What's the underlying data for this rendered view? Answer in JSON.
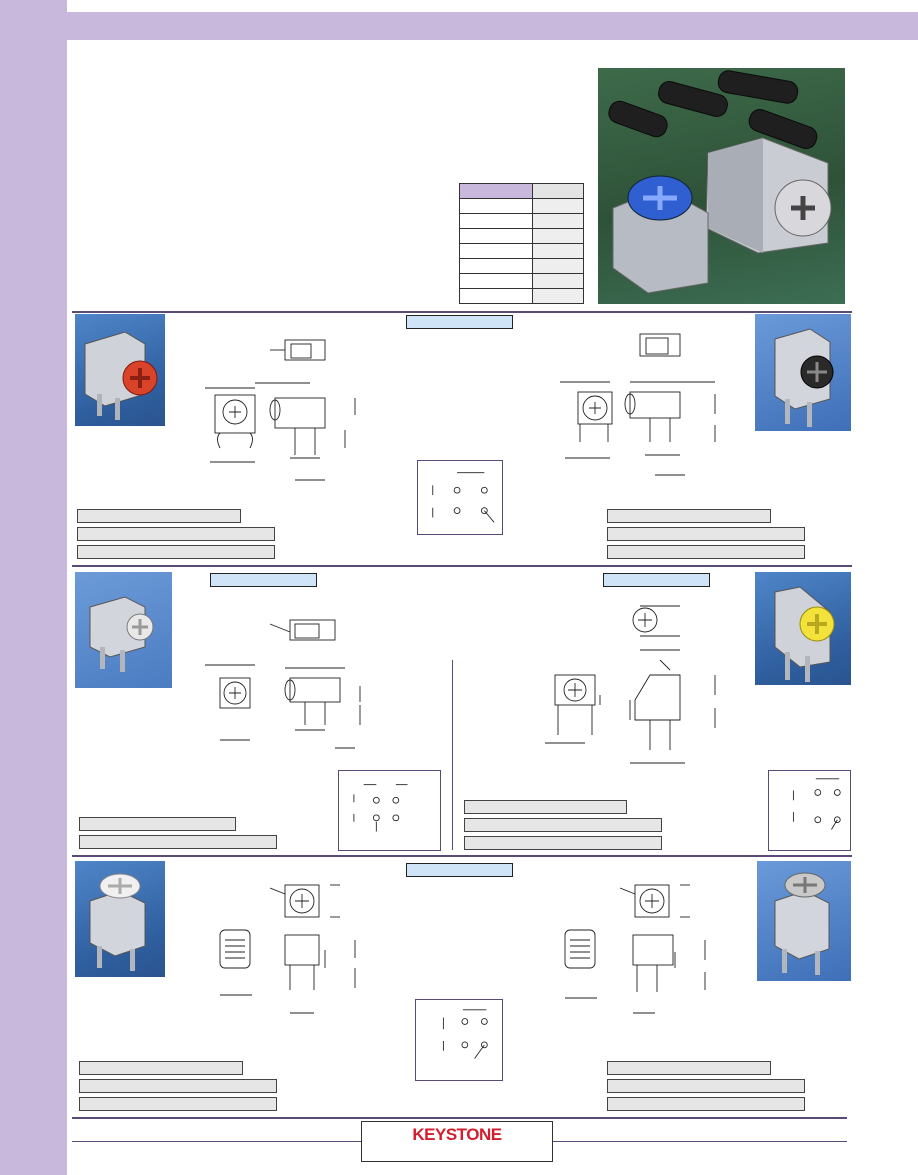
{
  "page": {
    "background_color": "#ffffff",
    "accent_color": "#c8b8dc",
    "rule_color": "#5a4a78"
  },
  "footer": {
    "logo_text": "KEYSTONE",
    "logo_color": "#d41c2c"
  },
  "hero": {
    "photo": "pcb-screw-terminal-photo",
    "spec_table_rows": 8
  },
  "sections": [
    {
      "id": "section-1",
      "left_photo_screw_color": "#d9432a",
      "right_photo_screw_color": "#2a2a2a"
    },
    {
      "id": "section-2",
      "left_photo_screw_color": "#e8e8e8",
      "right_photo_screw_color": "#f2e23a"
    },
    {
      "id": "section-3",
      "left_photo_screw_color": "#f0f0f0",
      "right_photo_screw_color": "#c9c9c9"
    }
  ]
}
